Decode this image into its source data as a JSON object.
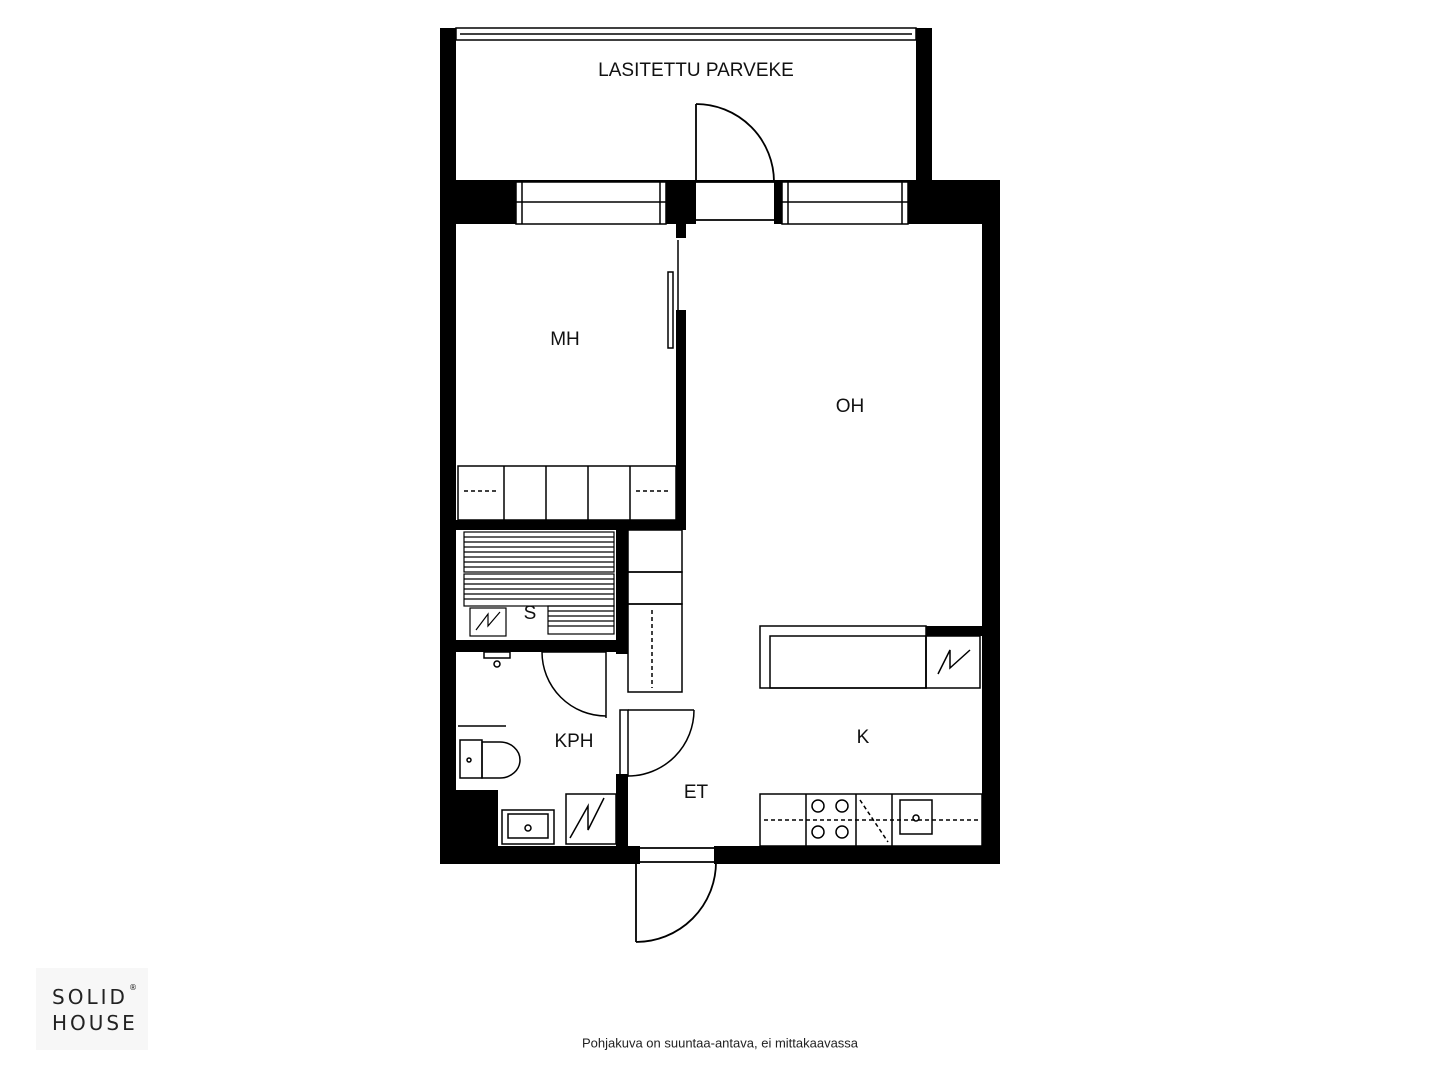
{
  "rooms": {
    "balcony": "LASITETTU PARVEKE",
    "bedroom": "MH",
    "living": "OH",
    "sauna": "S",
    "bathroom": "KPH",
    "kitchen": "K",
    "entry": "ET"
  },
  "logo": {
    "line1": "SOLID",
    "line2": "HOUSE",
    "mark": "®"
  },
  "footer": {
    "note": "Pohjakuva on suuntaa-antava, ei mittakaavassa"
  }
}
